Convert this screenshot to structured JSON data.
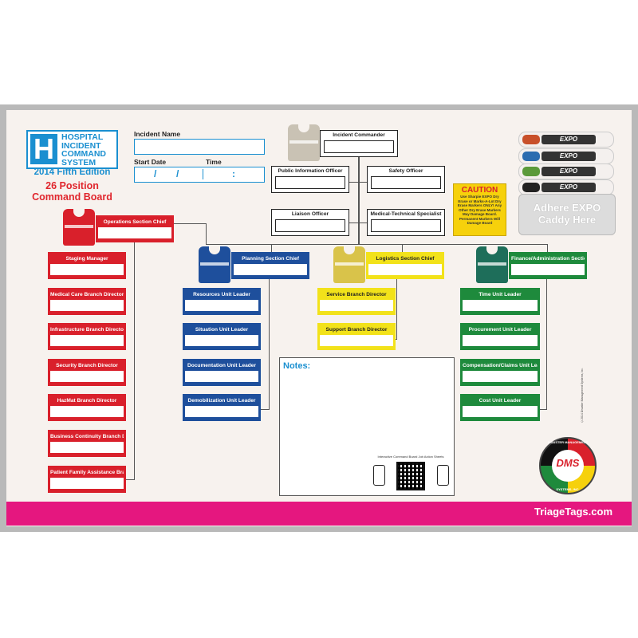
{
  "brand": {
    "logo_letter": "H",
    "logo_lines": [
      "HOSPITAL",
      "INCIDENT",
      "COMMAND",
      "SYSTEM"
    ],
    "edition": "2014 Fifth Edition",
    "board_title_line1": "26 Position",
    "board_title_line2": "Command Board"
  },
  "header_fields": {
    "incident_name_label": "Incident Name",
    "start_date_label": "Start Date",
    "time_label": "Time",
    "date_separator": "/",
    "time_separator": ":"
  },
  "command_staff": {
    "incident_commander": "Incident Commander",
    "public_information_officer": "Public Information Officer",
    "safety_officer": "Safety Officer",
    "liaison_officer": "Liaison Officer",
    "medical_technical_specialist": "Medical-Technical Specialist"
  },
  "operations": {
    "chief": "Operations Section Chief",
    "positions": [
      "Staging Manager",
      "Medical Care Branch Director",
      "Infrastructure Branch Director",
      "Security Branch Director",
      "HazMat Branch Director",
      "Business Continuity Branch Director",
      "Patient Family Assistance Branch Director"
    ]
  },
  "planning": {
    "chief": "Planning Section Chief",
    "positions": [
      "Resources Unit Leader",
      "Situation Unit Leader",
      "Documentation Unit Leader",
      "Demobilization Unit Leader"
    ]
  },
  "logistics": {
    "chief": "Logistics Section Chief",
    "positions": [
      "Service Branch Director",
      "Support Branch Director"
    ]
  },
  "finance": {
    "chief": "Finance/Administration Section Chief",
    "positions": [
      "Time Unit Leader",
      "Procurement Unit Leader",
      "Compensation/Claims Unit Leader",
      "Cost Unit Leader"
    ]
  },
  "caution": {
    "title": "CAUTION",
    "text": "Use Sharpie EXPO Dry Erase or Marks-A-Lot Dry Erase Markers ONLY! Any Other Dry Erase Markers May Damage Board. Permanent Markers Will Damage Board"
  },
  "markers": {
    "brand": "EXPO",
    "colors": [
      "#c8502a",
      "#2b6cb0",
      "#5a9a3a",
      "#222222"
    ],
    "caddy_line1": "Adhere EXPO",
    "caddy_line2": "Caddy Here"
  },
  "notes": {
    "heading": "Notes:",
    "qr_caption": "Interactive Command Board Job Action Sheets"
  },
  "footer": {
    "website": "TriageTags.com",
    "dms_letters": "DMS",
    "dms_ring_top": "DISASTER MANAGEMENT",
    "dms_ring_bottom": "SYSTEMS, INC.",
    "copyright": "©2014 Disaster Management Systems, Inc."
  },
  "colors": {
    "operations": "#d9202b",
    "planning": "#1e4f9c",
    "logistics": "#f2e21a",
    "finance": "#1e8a3c",
    "accent_pink": "#e5177f",
    "accent_blue": "#1a8fd0"
  }
}
